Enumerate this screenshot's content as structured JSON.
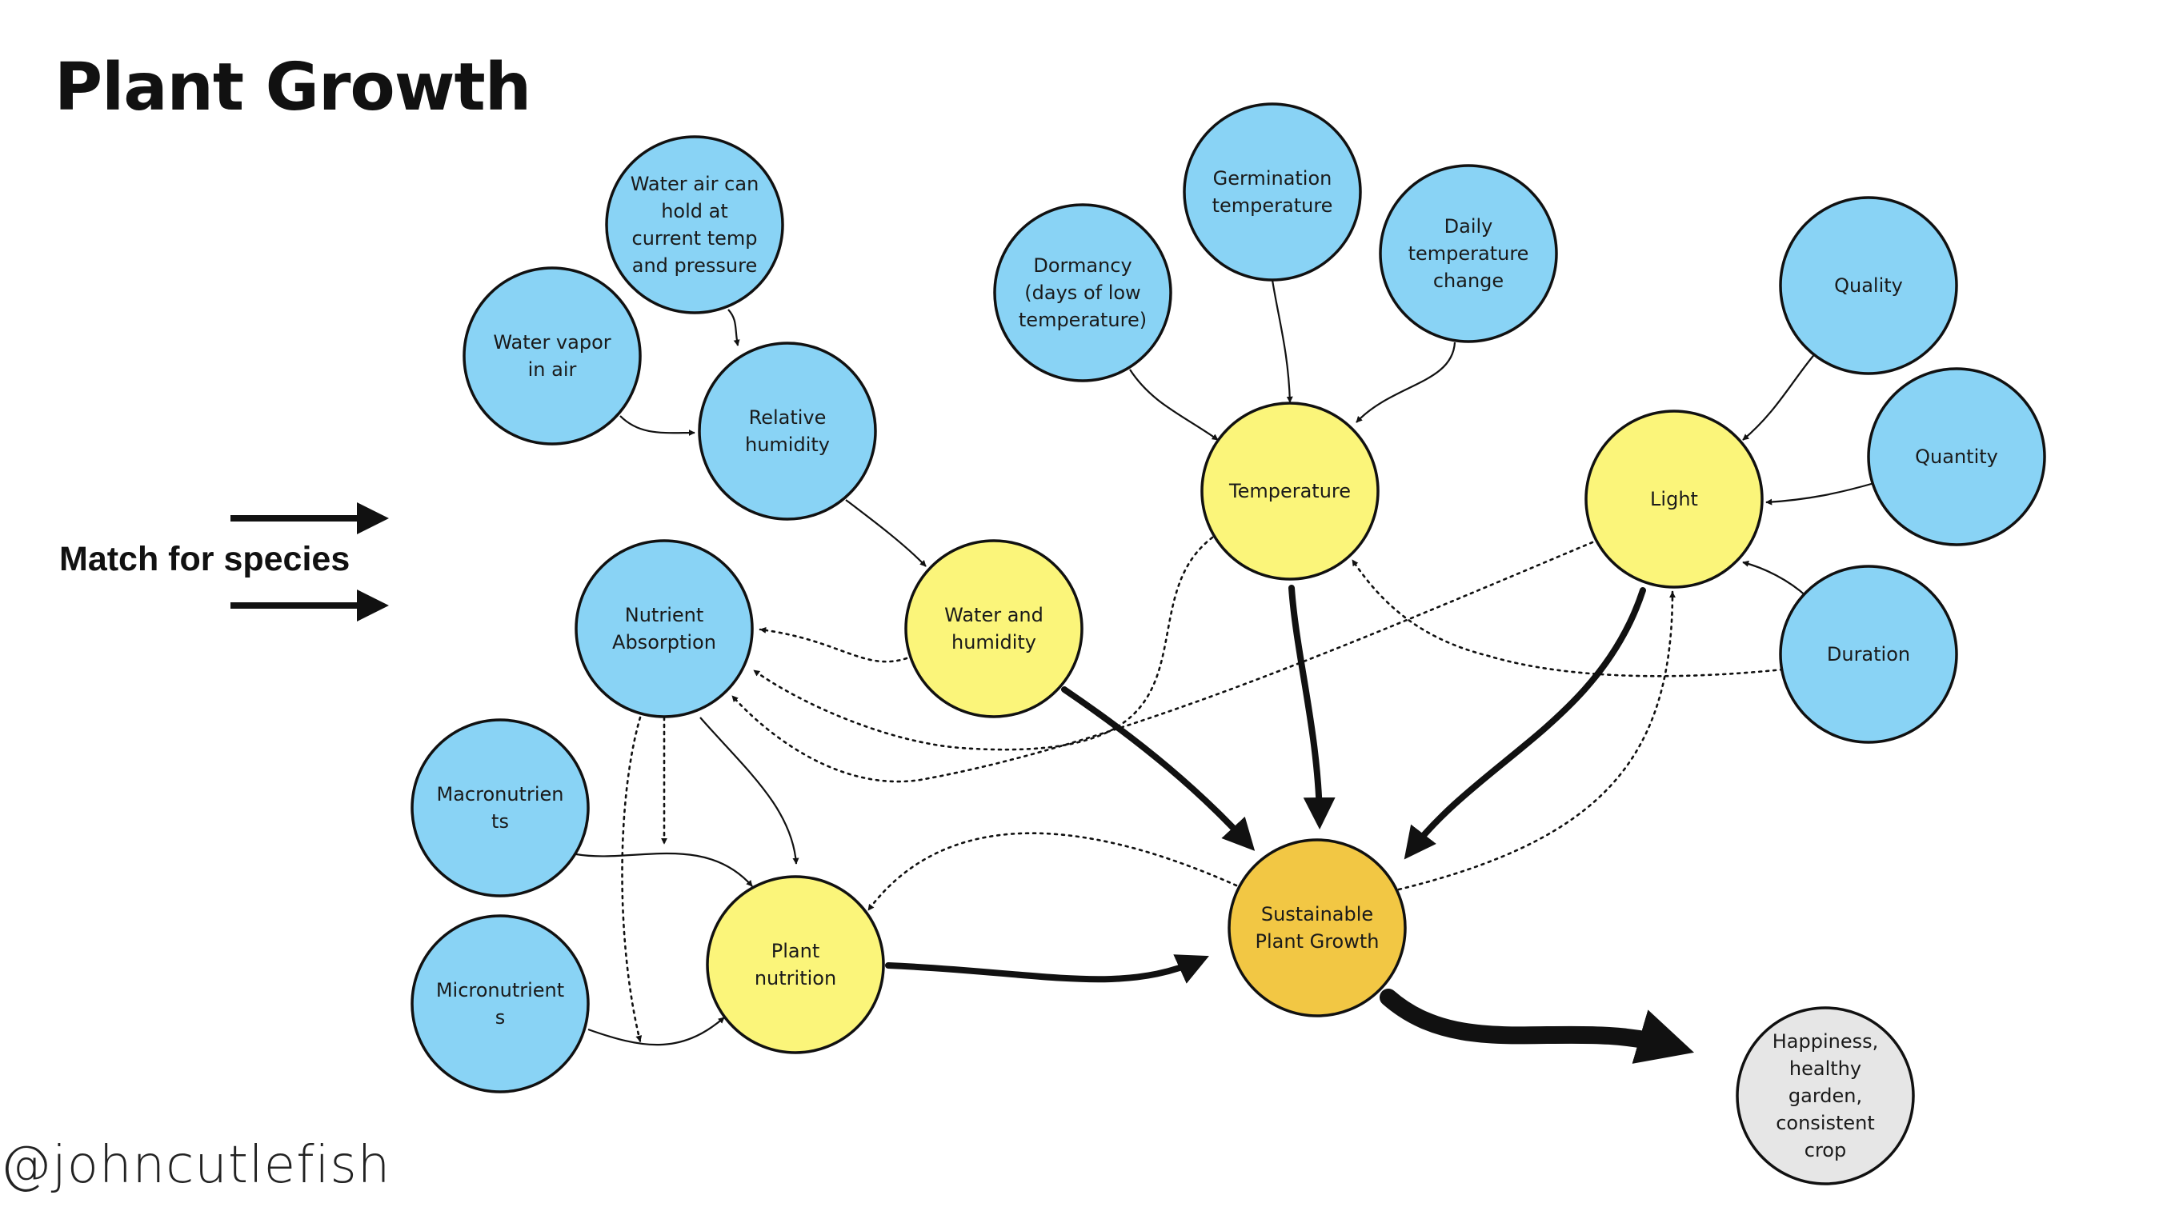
{
  "title": "Plant Growth",
  "side_label": "Match for species",
  "handle": "@johncutlefish",
  "colors": {
    "factor": "#89d3f5",
    "intermediate": "#fbf57a",
    "goal": "#f2c744",
    "outcome": "#e6e6e6",
    "stroke": "#111111"
  },
  "nodes": {
    "water_air_hold": [
      "Water air can",
      "hold at",
      "current temp",
      "and pressure"
    ],
    "water_vapor": [
      "Water vapor",
      "in air"
    ],
    "relative_humidity": [
      "Relative",
      "humidity"
    ],
    "dormancy": [
      "Dormancy",
      "(days of low",
      "temperature)"
    ],
    "germination_temp": [
      "Germination",
      "temperature"
    ],
    "daily_temp_change": [
      "Daily",
      "temperature",
      "change"
    ],
    "quality": [
      "Quality"
    ],
    "quantity": [
      "Quantity"
    ],
    "duration": [
      "Duration"
    ],
    "temperature": [
      "Temperature"
    ],
    "light": [
      "Light"
    ],
    "water_humidity": [
      "Water and",
      "humidity"
    ],
    "nutrient_absorption": [
      "Nutrient",
      "Absorption"
    ],
    "macronutrients": [
      "Macronutrien",
      "ts"
    ],
    "micronutrients": [
      "Micronutrient",
      "s"
    ],
    "plant_nutrition": [
      "Plant",
      "nutrition"
    ],
    "sustainable_growth": [
      "Sustainable",
      "Plant Growth"
    ],
    "outcome": [
      "Happiness,",
      "healthy",
      "garden,",
      "consistent",
      "crop"
    ]
  }
}
